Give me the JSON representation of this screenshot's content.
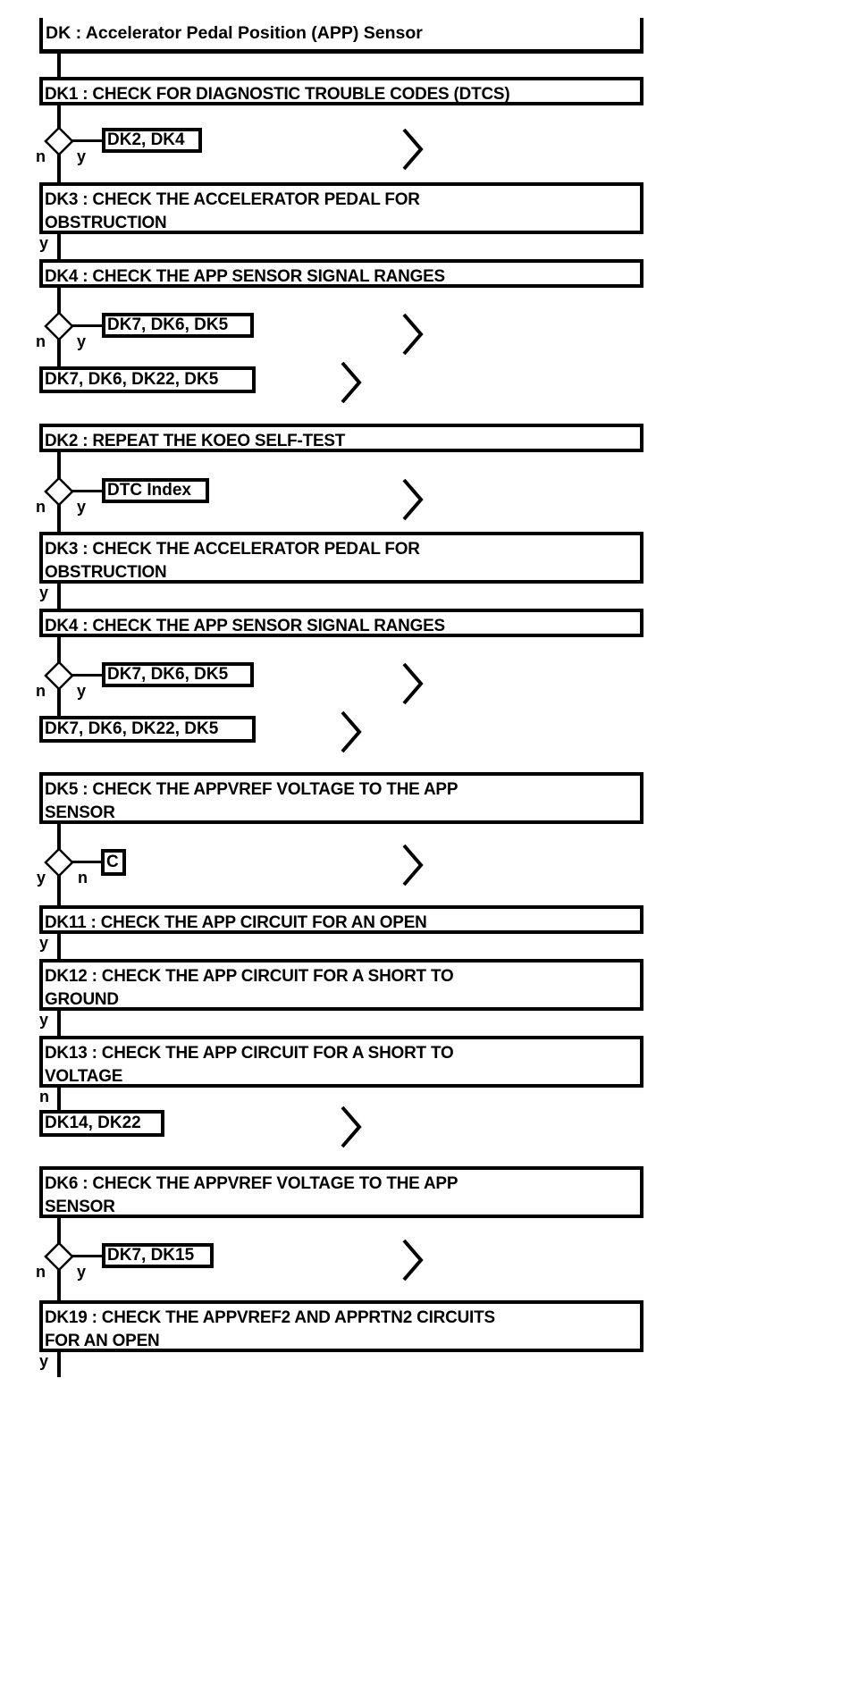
{
  "diagram": {
    "title": "DK : Accelerator Pedal Position (APP) Sensor",
    "type": "flowchart",
    "nodes": {
      "title_node": "DK : Accelerator Pedal Position (APP) Sensor",
      "dk1": "DK1 : CHECK FOR DIAGNOSTIC TROUBLE CODES (DTCS)",
      "ref_dk2_dk4": "DK2, DK4",
      "dk3_a": "DK3 : CHECK THE ACCELERATOR PEDAL FOR\nOBSTRUCTION",
      "dk4_a": "DK4 : CHECK THE APP SENSOR SIGNAL RANGES",
      "ref_dk7_dk6_dk5_a": "DK7, DK6, DK5",
      "ref_dk7_dk6_dk22_dk5_a": "DK7, DK6, DK22, DK5",
      "dk2": "DK2 : REPEAT THE KOEO SELF-TEST",
      "ref_dtc_index": "DTC Index",
      "dk3_b": "DK3 : CHECK THE ACCELERATOR PEDAL FOR\nOBSTRUCTION",
      "dk4_b": "DK4 : CHECK THE APP SENSOR SIGNAL RANGES",
      "ref_dk7_dk6_dk5_b": "DK7, DK6, DK5",
      "ref_dk7_dk6_dk22_dk5_b": "DK7, DK6, DK22, DK5",
      "dk5": "DK5 : CHECK THE APPVREF VOLTAGE TO THE APP\nSENSOR",
      "ref_c": "C",
      "dk11": "DK11 : CHECK THE APP CIRCUIT FOR AN OPEN",
      "dk12": "DK12 : CHECK THE APP CIRCUIT FOR A SHORT TO\nGROUND",
      "dk13": "DK13 : CHECK THE APP CIRCUIT FOR A SHORT TO\nVOLTAGE",
      "ref_dk14_dk22": "DK14, DK22",
      "dk6": "DK6 : CHECK THE APPVREF VOLTAGE TO THE APP\nSENSOR",
      "ref_dk7_dk15": "DK7, DK15",
      "dk19": "DK19 : CHECK THE APPVREF2 AND APPRTN2 CIRCUITS\nFOR AN OPEN"
    },
    "branch_labels": {
      "yes": "y",
      "no": "n"
    },
    "branches": [
      {
        "id": "dk1",
        "no": "n",
        "yes": "y",
        "target": "DK2, DK4"
      },
      {
        "id": "dk3_a_out",
        "label": "y"
      },
      {
        "id": "dk4_a",
        "no": "n",
        "yes": "y",
        "target": "DK7, DK6, DK5"
      },
      {
        "id": "dk2",
        "no": "n",
        "yes": "y",
        "target": "DTC Index"
      },
      {
        "id": "dk3_b_out",
        "label": "y"
      },
      {
        "id": "dk4_b",
        "no": "n",
        "yes": "y",
        "target": "DK7, DK6, DK5"
      },
      {
        "id": "dk5",
        "yes": "y",
        "no": "n",
        "target": "C"
      },
      {
        "id": "dk11_out",
        "label": "y"
      },
      {
        "id": "dk12_out",
        "label": "y"
      },
      {
        "id": "dk13_out",
        "label": "n"
      },
      {
        "id": "dk6",
        "no": "n",
        "yes": "y",
        "target": "DK7, DK15"
      },
      {
        "id": "dk19_out",
        "label": "y"
      }
    ],
    "icons": {
      "decision": "diamond-icon",
      "goto": "chevron-right-icon"
    },
    "colors": {
      "stroke": "#000000",
      "background": "#ffffff"
    }
  }
}
